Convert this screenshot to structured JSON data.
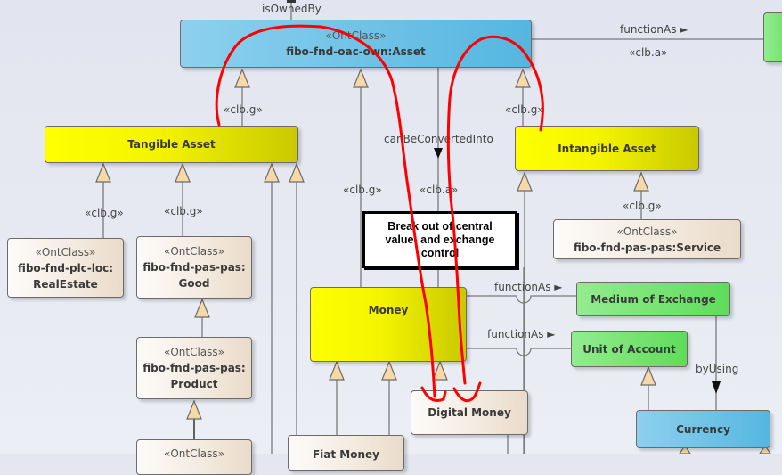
{
  "diagram": {
    "colors": {
      "blue_class": "#55b6e0",
      "yellow_class": "#ffff00",
      "green_class": "#5fdc5a",
      "beige_class": "#f4ebe1",
      "annotation_red": "#ff0000",
      "canvas": "#e4e6f0"
    },
    "nodes": {
      "asset": {
        "stereotype": "«OntClass»",
        "name": "fibo-fnd-oac-own:Asset"
      },
      "tangible_asset": {
        "name": "Tangible Asset"
      },
      "intangible_asset": {
        "name": "Intangible Asset"
      },
      "real_estate": {
        "stereotype": "«OntClass»",
        "name_line1": "fibo-fnd-plc-loc:",
        "name_line2": "RealEstate"
      },
      "good": {
        "stereotype": "«OntClass»",
        "name_line1": "fibo-fnd-pas-pas:",
        "name_line2": "Good"
      },
      "product": {
        "stereotype": "«OntClass»",
        "name_line1": "fibo-fnd-pas-pas:",
        "name_line2": "Product"
      },
      "product_child": {
        "stereotype": "«OntClass»"
      },
      "service": {
        "stereotype": "«OntClass»",
        "name": "fibo-fnd-pas-pas:Service"
      },
      "money": {
        "name": "Money"
      },
      "fiat_money": {
        "name": "Fiat Money"
      },
      "digital_money": {
        "name": "Digital Money"
      },
      "medium_of_exchange": {
        "name": "Medium of Exchange"
      },
      "unit_of_account": {
        "name": "Unit of Account"
      },
      "currency": {
        "name": "Currency"
      },
      "offscreen_green": {
        "name": ""
      }
    },
    "edge_labels": {
      "is_owned_by": "isOwnedBy",
      "function_as_top": "functionAs ►",
      "clb_a_top": "«clb.a»",
      "clb_g_tangible": "«clb.g»",
      "clb_g_intangible": "«clb.g»",
      "can_be_converted_into": "canBeConvertedInto",
      "clb_g_money": "«clb.g»",
      "clb_a_money": "«clb.a»",
      "clb_g_realestate": "«clb.g»",
      "clb_g_good": "«clb.g»",
      "clb_g_service": "«clb.g»",
      "function_as_medium": "functionAs ►",
      "function_as_unit": "functionAs ►",
      "by_using": "byUsing"
    },
    "note": {
      "text": "Break out of central value- and exchange control"
    }
  }
}
